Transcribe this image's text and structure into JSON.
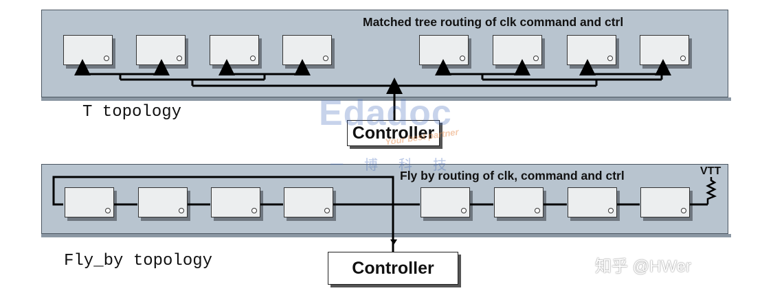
{
  "top_board": {
    "title": "Matched tree routing of clk command and ctrl",
    "topology_label": "T topology",
    "controller_label": "Controller"
  },
  "bottom_board": {
    "title": "Fly by routing of clk, command and ctrl",
    "topology_label": "Fly_by topology",
    "controller_label": "Controller",
    "termination_label": "VTT"
  },
  "watermark": {
    "logo": "Edadoc",
    "tagline": "Your best partner",
    "chinese": "一博科技"
  },
  "credit": "知乎 @HWer",
  "colors": {
    "board": "#b8c4cf",
    "chip": "#eceeef",
    "watermark_blue": "#3b64b8",
    "watermark_orange": "#e58a4a"
  }
}
